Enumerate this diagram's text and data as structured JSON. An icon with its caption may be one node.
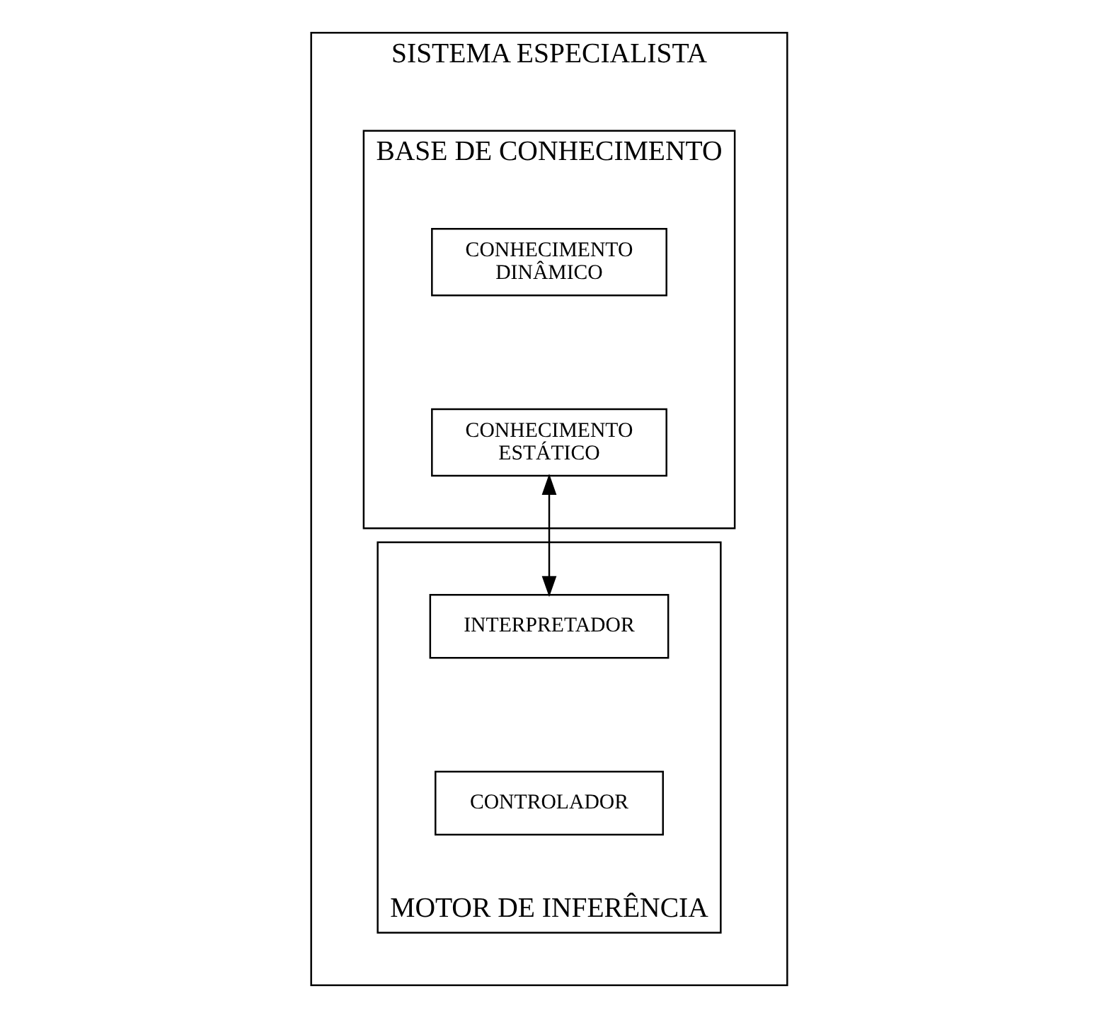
{
  "diagram": {
    "nodes": [
      {
        "text": [
          "SISTEMA ESPECIALISTA"
        ]
      },
      {
        "text": [
          "BASE DE CONHECIMENTO"
        ],
        "in": 0
      },
      {
        "text": [
          "CONHECIMENTO DINÂMICO"
        ],
        "in": 1
      },
      {
        "text": [
          "CONHECIMENTO ESTÁTICO"
        ],
        "in": 1
      },
      {
        "text": [
          "MOTOR DE INFERÊNCIA"
        ],
        "in": 0
      },
      {
        "text": [
          "INTERPRETADOR"
        ],
        "in": 4
      },
      {
        "text": [
          "CONTROLADOR"
        ],
        "in": 4
      }
    ],
    "edges": [
      {
        "from": 3,
        "to": 5,
        "arrow": "both"
      }
    ]
  }
}
